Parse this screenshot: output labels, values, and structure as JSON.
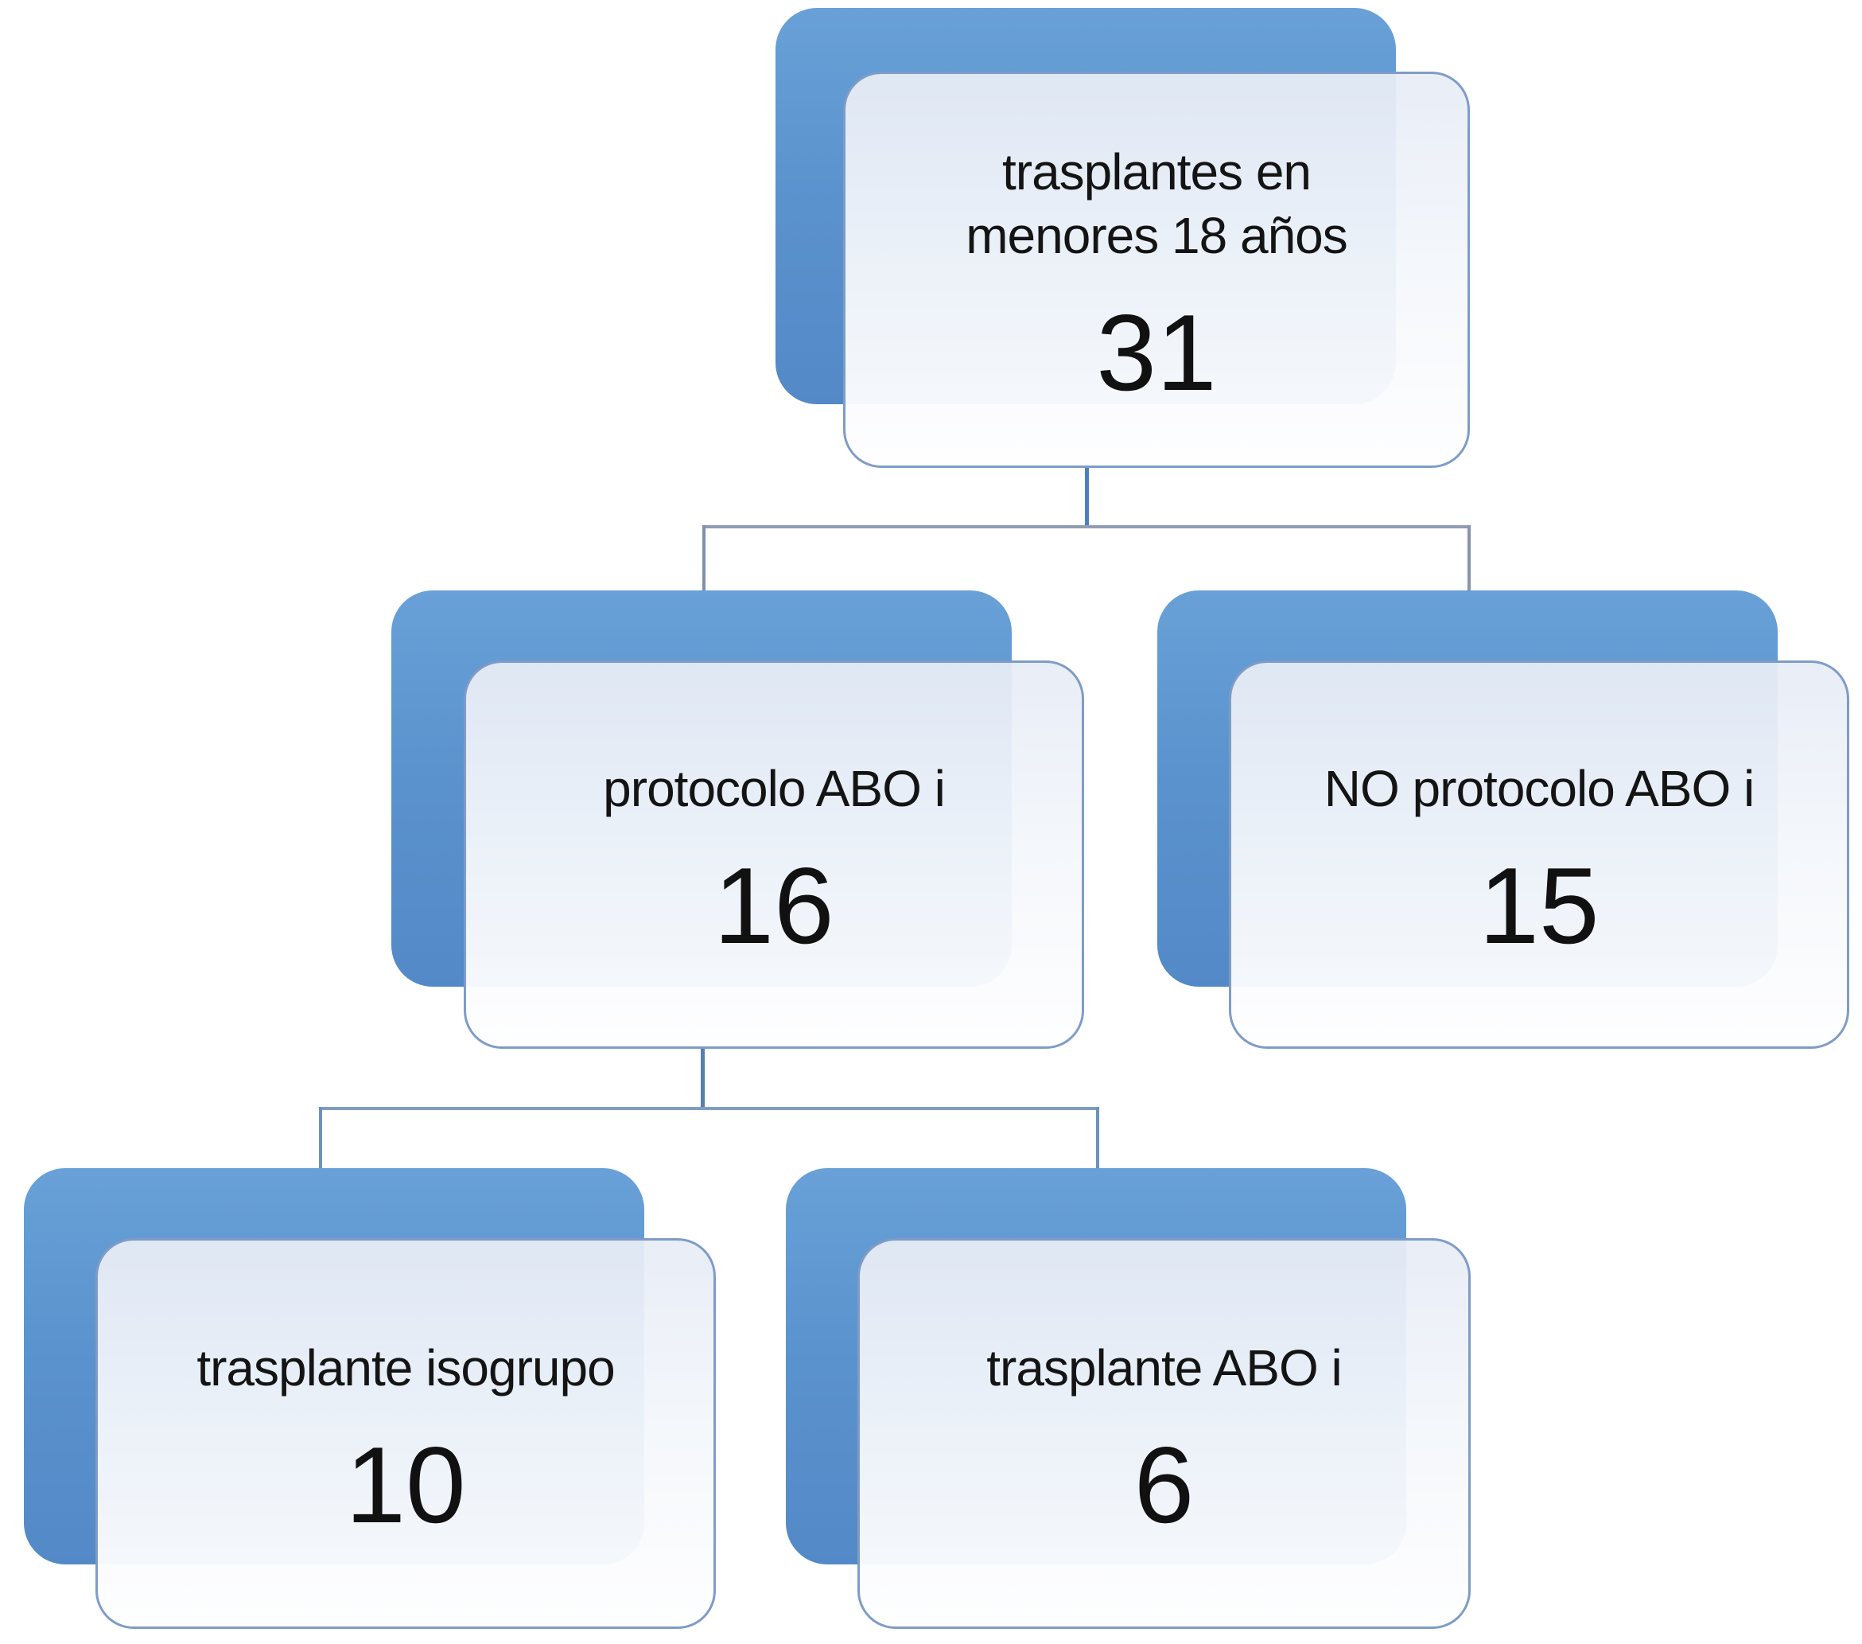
{
  "diagram": {
    "type": "hierarchy-flowchart",
    "colors": {
      "shadow_box_blue": "#5b93ce",
      "card_border": "#7e9cc6",
      "card_fill_top": "#e7ecf6",
      "card_fill_bottom": "#fefeff",
      "connector_stem_blue": "#4a80c3",
      "connector_elbow_gray_blue": "#8496b0",
      "text": "#141414",
      "background": "#ffffff"
    },
    "nodes": {
      "root": {
        "line1": "trasplantes en",
        "line2": "menores 18 años",
        "value": "31"
      },
      "protocolo": {
        "line1": "protocolo ABO i",
        "value": "16"
      },
      "no_protocolo": {
        "line1": "NO protocolo ABO i",
        "value": "15"
      },
      "isogrupo": {
        "line1": "trasplante isogrupo",
        "value": "10"
      },
      "trasplante_abo_i": {
        "line1": "trasplante ABO i",
        "value": "6"
      }
    },
    "edges": [
      {
        "from": "root",
        "to": "protocolo"
      },
      {
        "from": "root",
        "to": "no_protocolo"
      },
      {
        "from": "protocolo",
        "to": "isogrupo"
      },
      {
        "from": "protocolo",
        "to": "trasplante_abo_i"
      }
    ]
  }
}
